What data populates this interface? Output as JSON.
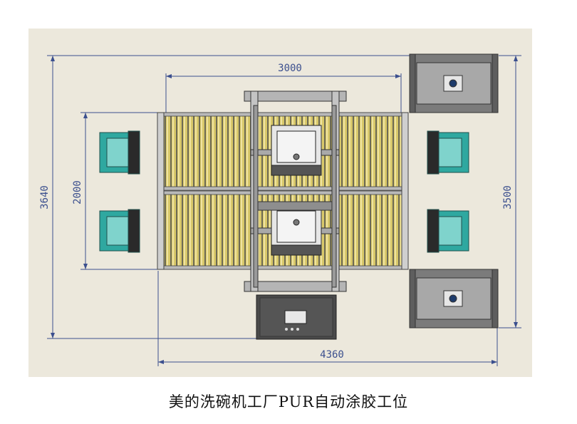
{
  "caption": "美的洗碗机工厂PUR自动涂胶工位",
  "dimensions": {
    "top_width": "3000",
    "bottom_width": "4360",
    "left_outer_height": "3640",
    "left_inner_height": "2000",
    "right_height": "3500"
  },
  "colors": {
    "canvas": "#ece8dc",
    "dimension_line": "#3b4f8e",
    "roller": "#d8c86a",
    "frame": "#9a9a9a",
    "robot": "#2fa8a0",
    "cabinet": "#4a4a4a"
  }
}
